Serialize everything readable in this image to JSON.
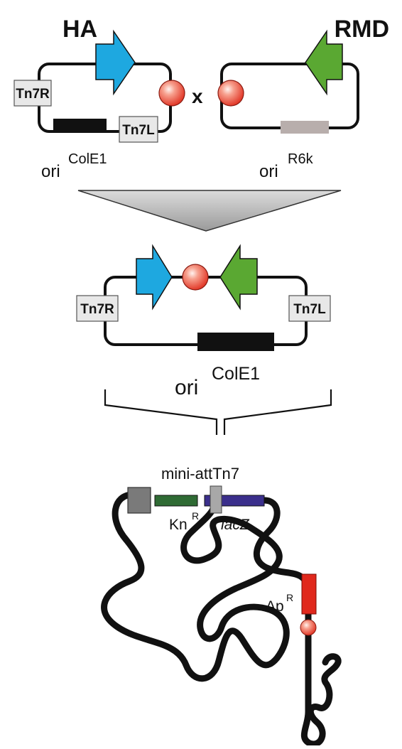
{
  "labels": {
    "ha": "HA",
    "rmd": "RMD",
    "cross": "x",
    "tn7r": "Tn7R",
    "tn7l": "Tn7L",
    "ori": "ori",
    "cole1": "ColE1",
    "r6k": "R6k",
    "mini_att": "mini-attTn7",
    "kn": "Kn",
    "r_sup": "R",
    "lacz": "lacZ",
    "ap": "Ap"
  },
  "colors": {
    "ha_arrow": "#1ea8e0",
    "rmd_arrow": "#5aa832",
    "recomb_site": "#f06a5a",
    "ori_cole1": "#111111",
    "ori_r6k": "#b8aeac",
    "kn_gene": "#2f6b34",
    "lacz_gene": "#3b2f8c",
    "ap_gene": "#e0281c",
    "tn7_box": "#e8e8e8",
    "att_end_box": "#7a7a7a",
    "chromosome": "#111111"
  },
  "icons": {
    "ha_cassette": "right-arrow-icon",
    "rmd_cassette": "left-arrow-icon",
    "recombination_site": "sphere-icon",
    "merge": "funnel-triangle-icon"
  }
}
